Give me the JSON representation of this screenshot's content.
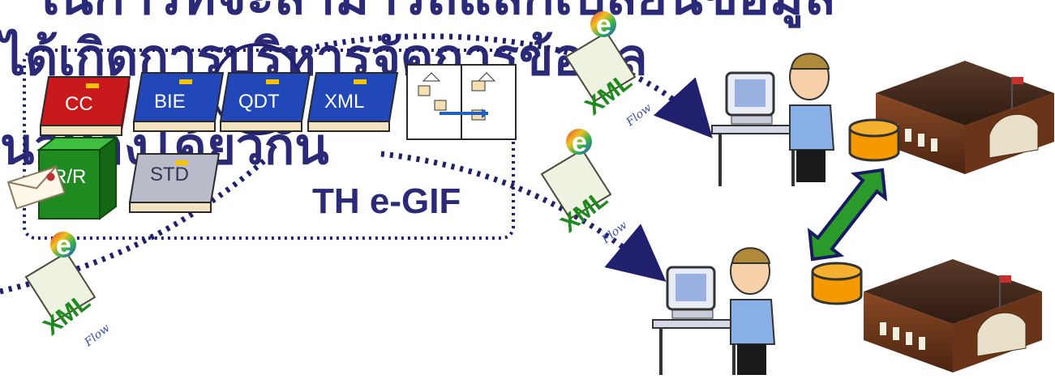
{
  "title": {
    "line1": "ในการที่จะสามารถแลกเปลี่ยนข้อมูล",
    "line2": "ได้เกิดการบริหารจัดการข้อมูล",
    "line3": "นวทางได้ยวกัน"
  },
  "framework": {
    "label": "TH e-GIF",
    "books": [
      {
        "label": "CC",
        "color": "#c8191c"
      },
      {
        "label": "BIE",
        "color": "#2247b8"
      },
      {
        "label": "QDT",
        "color": "#2247b8"
      },
      {
        "label": "XML",
        "color": "#2247b8"
      },
      {
        "label": "STD",
        "color": "#b9bcc8"
      }
    ],
    "registry": {
      "label": "R/R",
      "color": "#1f8a1f"
    }
  },
  "xml_docs": [
    {
      "badge": "e",
      "label": "XML",
      "sub": "Flow"
    },
    {
      "badge": "e",
      "label": "XML",
      "sub": "Flow"
    },
    {
      "badge": "e",
      "label": "XML",
      "sub": "Flow"
    }
  ],
  "icons": [
    "book-icon",
    "server-icon",
    "envelope-icon",
    "flowchart-icon",
    "xml-document-icon",
    "computer-user-icon",
    "building-icon",
    "database-icon",
    "double-arrow-icon"
  ],
  "colors": {
    "title": "#2a2a78",
    "dotted_line": "#20206e",
    "database": "#f49a00",
    "sync_arrow": "#2a9a2a"
  }
}
